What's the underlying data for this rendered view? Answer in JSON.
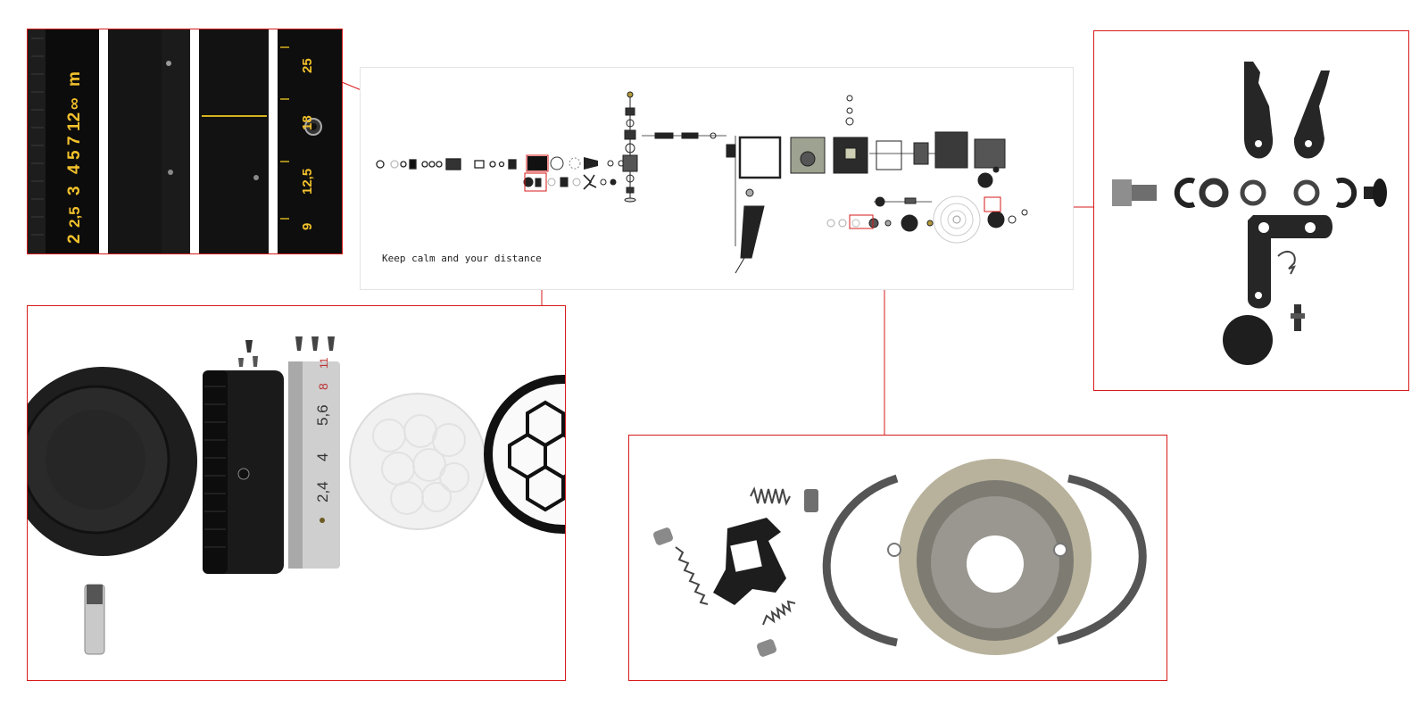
{
  "caption": "Keep calm and your distance",
  "colors": {
    "callout": "#d71a1a",
    "scale": "#f2c12c",
    "metal": "#111111"
  },
  "zoom_focus": {
    "name": "distance-scale-ring",
    "feet_scale": [
      "2",
      "2,5",
      "3",
      "4",
      "5",
      "7",
      "12",
      "∞"
    ],
    "feet_unit": "m",
    "meter_scale": [
      "9",
      "12,5",
      "18",
      "25"
    ]
  },
  "zoom_aperture": {
    "aperture_scale": [
      "2,4",
      "4",
      "5,6",
      "8",
      "11"
    ]
  },
  "zoom_spring": {
    "name": "spring-assembly"
  },
  "zoom_lever": {
    "name": "lever-assembly"
  }
}
